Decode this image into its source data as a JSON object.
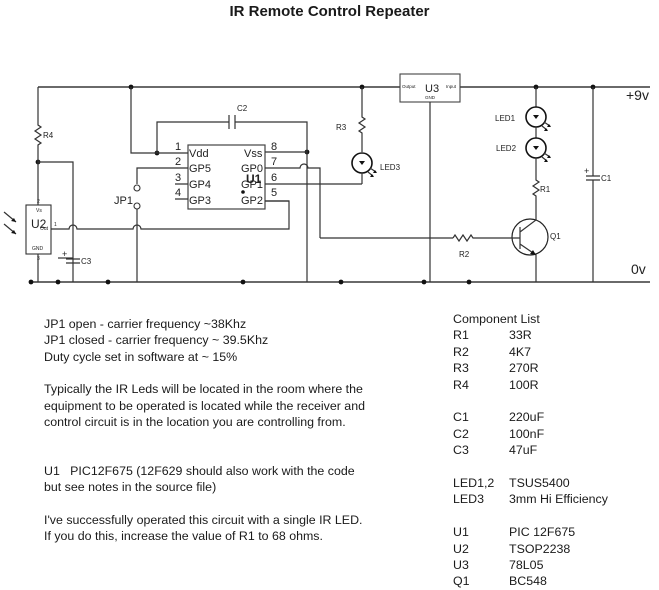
{
  "title": "IR Remote Control Repeater",
  "schematic": {
    "rails": {
      "positive": "+9v",
      "ground": "0v"
    },
    "u1": {
      "ref": "U1",
      "pins_left": [
        {
          "num": "1",
          "name": "Vdd"
        },
        {
          "num": "2",
          "name": "GP5"
        },
        {
          "num": "3",
          "name": "GP4"
        },
        {
          "num": "4",
          "name": "GP3"
        }
      ],
      "pins_right": [
        {
          "num": "8",
          "name": "Vss"
        },
        {
          "num": "7",
          "name": "GP0"
        },
        {
          "num": "6",
          "name": "GP1"
        },
        {
          "num": "5",
          "name": "GP2"
        }
      ]
    },
    "u2": {
      "ref": "U2",
      "vs": "Vs",
      "out": "Out",
      "gnd": "GND",
      "pin_vs": "2",
      "pin_out": "1",
      "pin_gnd": "3"
    },
    "u3": {
      "ref": "U3",
      "output": "Output",
      "input": "Input",
      "gnd": "GND"
    },
    "labels": {
      "r1": "R1",
      "r2": "R2",
      "r3": "R3",
      "r4": "R4",
      "c1": "C1",
      "c2": "C2",
      "c3": "C3",
      "led1": "LED1",
      "led2": "LED2",
      "led3": "LED3",
      "q1": "Q1",
      "jp1": "JP1",
      "plus": "+"
    }
  },
  "notes": [
    [
      "JP1 open - carrier frequency ~38Khz",
      "JP1 closed - carrier frequency ~ 39.5Khz",
      "Duty cycle set in software at ~ 15%"
    ],
    [
      "Typically the IR Leds will be located in the room where the",
      "equipment to be operated is located while the receiver and",
      "control circuit is in the location you are controlling from."
    ],
    [
      "U1   PIC12F675 (12F629 should also work with the code",
      "but see notes in the source file)"
    ],
    [
      "I've successfully operated this circuit with a single IR LED.",
      "If you do this, increase the value of R1 to 68 ohms."
    ]
  ],
  "component_list": {
    "heading": "Component List",
    "groups": [
      [
        {
          "ref": "R1",
          "value": "33R"
        },
        {
          "ref": "R2",
          "value": "4K7"
        },
        {
          "ref": "R3",
          "value": "270R"
        },
        {
          "ref": "R4",
          "value": "100R"
        }
      ],
      [
        {
          "ref": "C1",
          "value": "220uF"
        },
        {
          "ref": "C2",
          "value": "100nF"
        },
        {
          "ref": "C3",
          "value": "47uF"
        }
      ],
      [
        {
          "ref": "LED1,2",
          "value": "TSUS5400"
        },
        {
          "ref": "LED3",
          "value": "3mm Hi Efficiency"
        }
      ],
      [
        {
          "ref": "U1",
          "value": "PIC 12F675"
        },
        {
          "ref": "U2",
          "value": "TSOP2238"
        },
        {
          "ref": "U3",
          "value": "78L05"
        },
        {
          "ref": "Q1",
          "value": "BC548"
        }
      ]
    ]
  }
}
